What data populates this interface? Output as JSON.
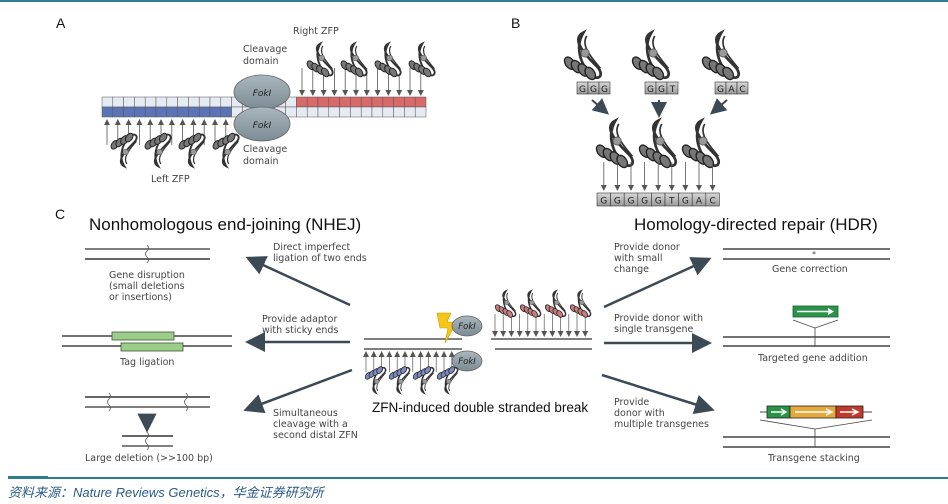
{
  "panels": {
    "A": {
      "letter": "A",
      "right_zfp": "Right ZFP",
      "left_zfp": "Left ZFP",
      "cleavage_top": [
        "Cleavage",
        "domain"
      ],
      "cleavage_bottom": [
        "Cleavage",
        "domain"
      ],
      "fok_top": "FokI",
      "fok_bottom": "FokI"
    },
    "B": {
      "letter": "B",
      "triplets": [
        "GGG",
        "GGT",
        "GAC"
      ],
      "combined": [
        "G",
        "G",
        "G",
        "G",
        "G",
        "T",
        "G",
        "A",
        "C"
      ]
    },
    "C": {
      "letter": "C",
      "nhej_title": "Nonhomologous end-joining (NHEJ)",
      "hdr_title": "Homology-directed repair (HDR)",
      "center_caption": "ZFN-induced double stranded break",
      "fok_top": "FokI",
      "fok_bottom": "FokI",
      "nhej": [
        {
          "path": [
            "Direct imperfect",
            "ligation of two ends"
          ],
          "outcome": [
            "Gene disruption",
            "(small deletions",
            "or insertions)"
          ]
        },
        {
          "path": [
            "Provide adaptor",
            "with sticky ends"
          ],
          "outcome": [
            "Tag ligation"
          ]
        },
        {
          "path": [
            "Simultaneous",
            "cleavage with a",
            "second distal ZFN"
          ],
          "outcome": [
            "Large deletion (>>100 bp)"
          ]
        }
      ],
      "hdr": [
        {
          "path": [
            "Provide donor",
            "with small",
            "change"
          ],
          "outcome": [
            "Gene correction"
          ],
          "marker": "*"
        },
        {
          "path": [
            "Provide donor with",
            "single transgene"
          ],
          "outcome": [
            "Targeted gene addition"
          ]
        },
        {
          "path": [
            "Provide",
            "donor with",
            "multiple transgenes"
          ],
          "outcome": [
            "Transgene stacking"
          ]
        }
      ]
    }
  },
  "colors": {
    "rule": "#2d7d8c",
    "dna_blue": "#4a63a8",
    "dna_red": "#d05a5a",
    "tag_green": "#9ccc8a",
    "transgene_green": "#2b9348",
    "transgene_orange": "#e5a93b",
    "transgene_red": "#c0392b",
    "lightning": "#f5c518",
    "fok": "#8a9aa3",
    "arrow": "#3b4a55",
    "footer_text": "#2a5a8a"
  },
  "footer": {
    "source": "资料来源：Nature Reviews Genetics，华金证券研究所"
  }
}
